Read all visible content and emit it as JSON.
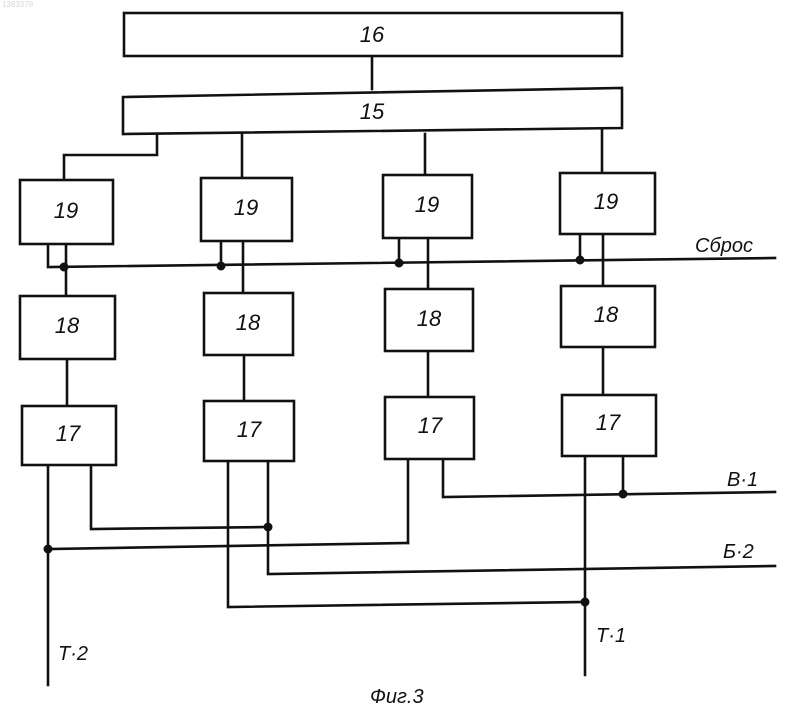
{
  "document_id": "1383378",
  "blocks": {
    "b16": "16",
    "b15": "15",
    "b19": "19",
    "b18": "18",
    "b17": "17"
  },
  "signals": {
    "reset": "Сброс",
    "b1": "В·1",
    "b2": "Б·2",
    "t1": "Т·1",
    "t2": "Т·2"
  },
  "caption": "Фиг.3"
}
